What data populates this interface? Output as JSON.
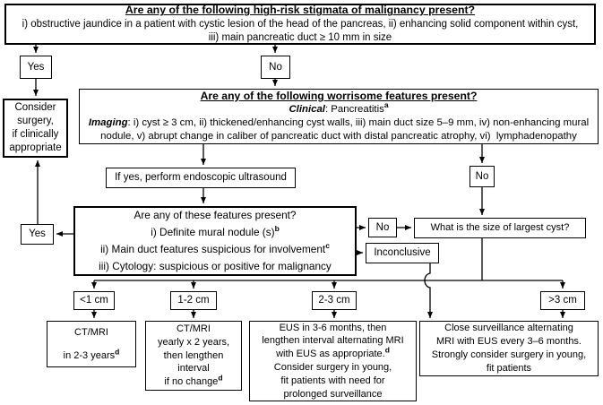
{
  "palette": {
    "ink": "#000000",
    "bg": "#ffffff"
  },
  "notes": {
    "a": "a",
    "b": "b",
    "c": "c",
    "d": "d"
  },
  "high_risk": {
    "title": "Are any of the following high-risk stigmata of malignancy present?",
    "line1": "i) obstructive jaundice in a patient with cystic lesion of the head of the pancreas, ii) enhancing solid component within cyst,",
    "line2": "iii) main pancreatic duct ≥ 10 mm in size"
  },
  "labels": {
    "yes_top": "Yes",
    "no_top": "No",
    "yes_mid": "Yes",
    "no_mid": "No",
    "no_small": "No",
    "inconclusive": "Inconclusive"
  },
  "consider_surgery": {
    "lines": [
      "Consider",
      "surgery,",
      "if clinically",
      "appropriate"
    ]
  },
  "worrisome": {
    "title": "Are any of the following worrisome features present?",
    "clinical_label": "Clinical",
    "clinical_text": ": Pancreatitis",
    "imaging_label": "Imaging",
    "imaging_text": ": i) cyst ≥ 3 cm, ii) thickened/enhancing cyst walls, iii) main duct size 5–9 mm, iv) non-enhancing mural nodule, v) abrupt change in caliber of pancreatic duct with distal pancreatic atrophy, vi)  lymphadenopathy"
  },
  "eus_box": {
    "label": "If yes, perform endoscopic ultrasound"
  },
  "features": {
    "title": "Are any of these features present?",
    "item1": "i) Definite mural nodule (s)",
    "item2": "ii) Main duct features suspicious for involvement",
    "item3": "iii) Cytology: suspicious or positive for malignancy"
  },
  "size_question": {
    "label": "What is the size of largest cyst?"
  },
  "size_options": {
    "lt1": "<1 cm",
    "s12": "1-2 cm",
    "s23": "2-3 cm",
    "gt3": ">3 cm"
  },
  "plans": {
    "lt1": {
      "l1": "CT/MRI",
      "l2": "in 2-3 years"
    },
    "s12": {
      "l1": "CT/MRI",
      "l2": "yearly x 2 years,",
      "l3": "then lengthen",
      "l4": "interval",
      "l5": "if no change"
    },
    "s23": {
      "l1": "EUS in 3-6 months, then",
      "l2": "lengthen interval alternating MRI",
      "l3": "with EUS as appropriate.",
      "l4": "Consider surgery in young,",
      "l5": "fit patients with need for",
      "l6": "prolonged surveillance"
    },
    "gt3": {
      "l1": "Close surveillance alternating",
      "l2": "MRI with EUS every 3–6 months.",
      "l3": "Strongly consider surgery in young,",
      "l4": "fit patients"
    }
  }
}
